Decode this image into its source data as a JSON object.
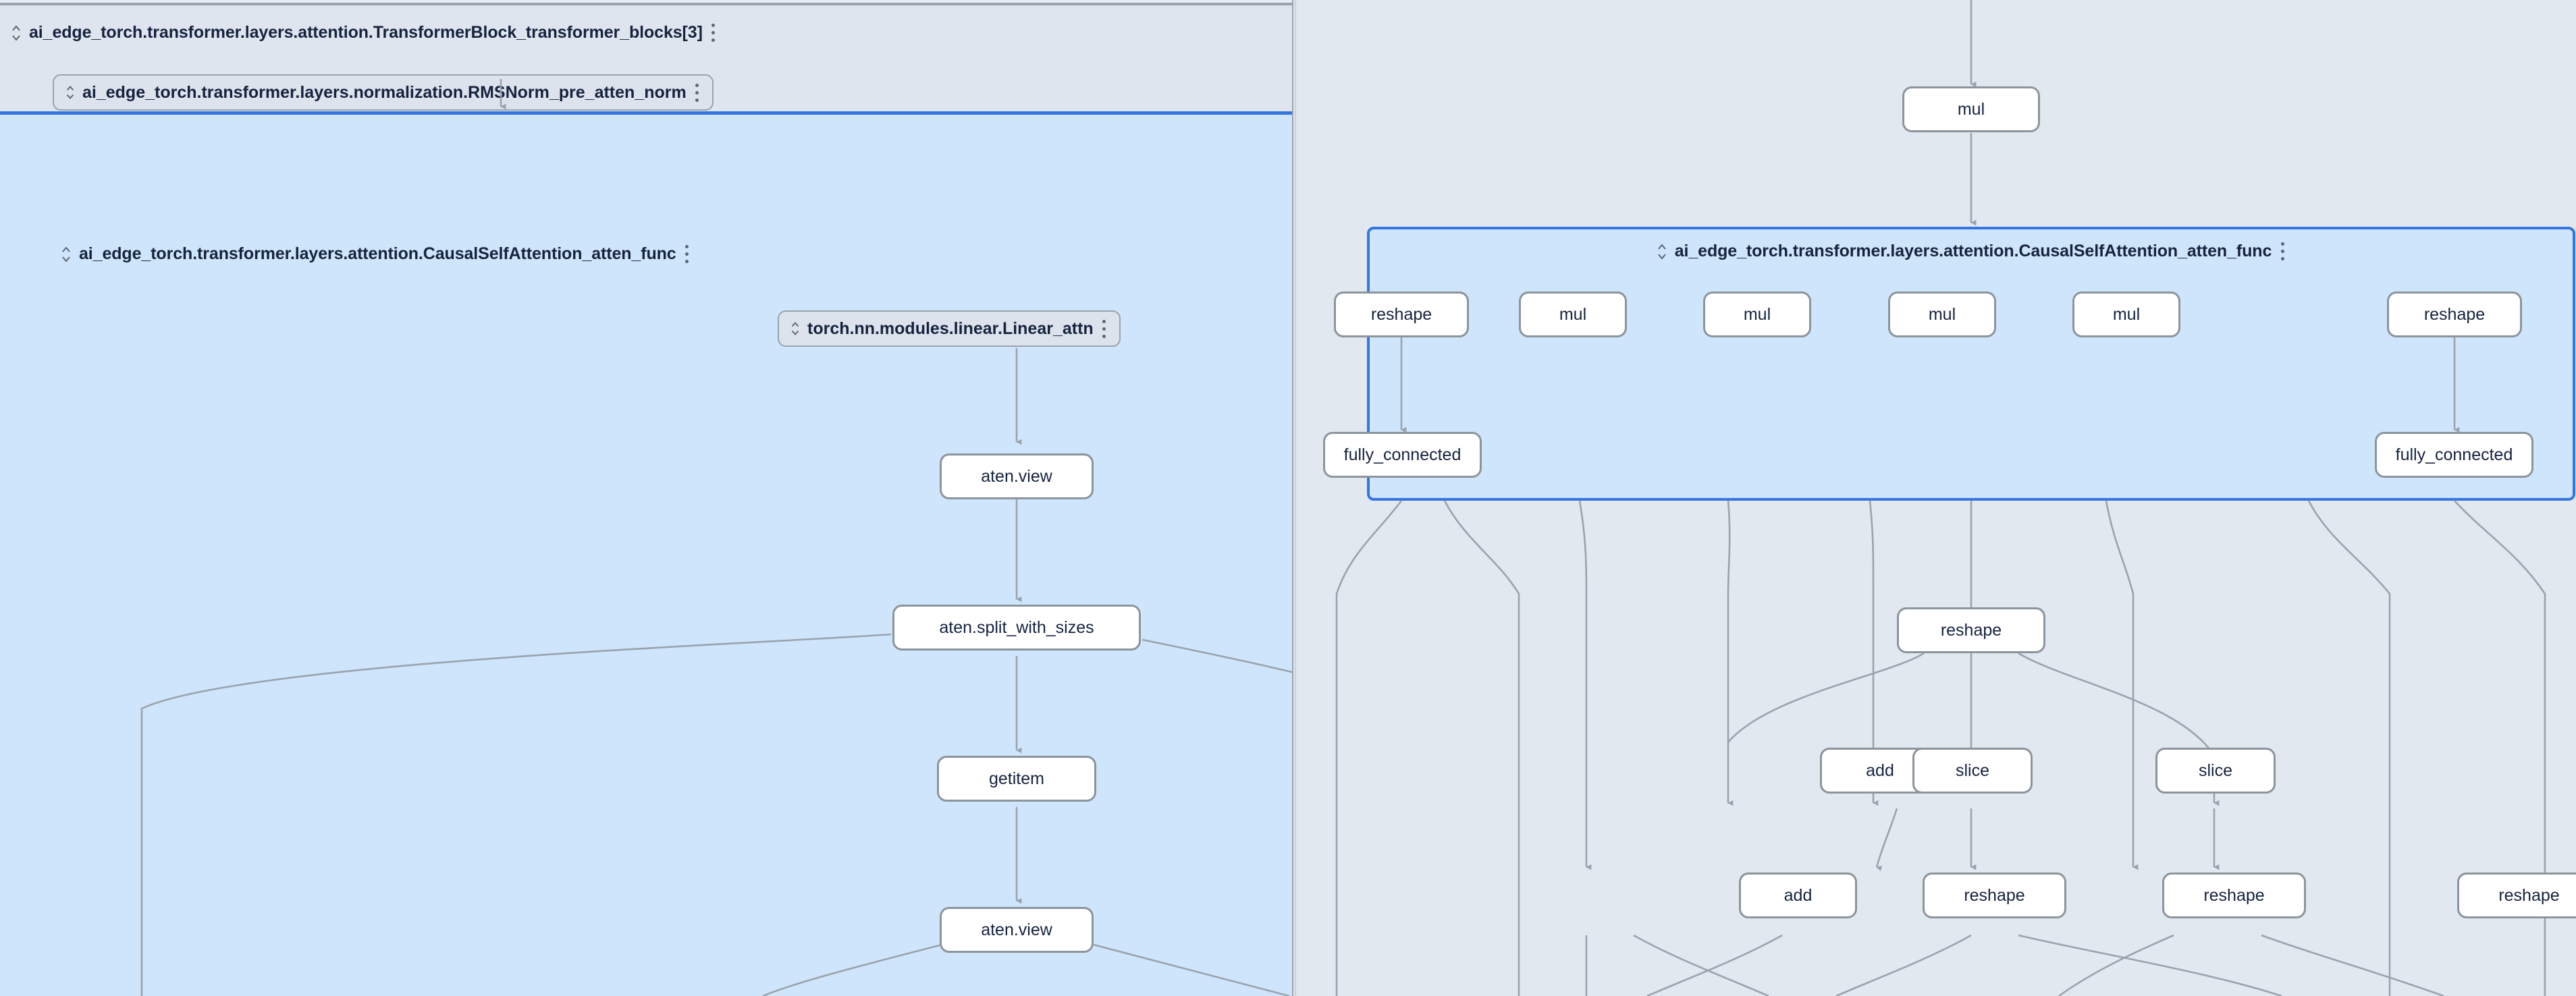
{
  "app": {
    "kind": "model-graph-explorer",
    "panes": 2
  },
  "colors": {
    "canvas_bg": "#e2e8f0",
    "group_bg": "#dfe5ee",
    "group_border": "#9aa3ad",
    "selected_bg": "#cfe5fb",
    "selected_border": "#3575e0",
    "node_bg": "#ffffff",
    "node_border": "#8c949c",
    "text": "#16233f",
    "edge": "#9aa3ad"
  },
  "icons": {
    "expand_collapse": "expand-collapse-chevrons-icon",
    "more_options": "more-vertical-icon"
  },
  "left_pane": {
    "group": {
      "title": "ai_edge_torch.transformer.layers.attention.TransformerBlock_transformer_blocks[3]",
      "expand_icon": "expand-collapse-chevrons-icon",
      "more_icon": "more-vertical-icon"
    },
    "layer_nodes": [
      {
        "id": "rmsnorm",
        "label": "ai_edge_torch.transformer.layers.normalization.RMSNorm_pre_atten_norm",
        "expand_icon": "expand-collapse-chevrons-icon",
        "more_icon": "more-vertical-icon"
      },
      {
        "id": "linear-attn",
        "label": "torch.nn.modules.linear.Linear_attn",
        "expand_icon": "expand-collapse-chevrons-icon",
        "more_icon": "more-vertical-icon"
      }
    ],
    "selected_group": {
      "title": "ai_edge_torch.transformer.layers.attention.CausalSelfAttention_atten_func",
      "expand_icon": "expand-collapse-chevrons-icon",
      "more_icon": "more-vertical-icon",
      "selected": true
    },
    "op_nodes": [
      {
        "id": "l-view-1",
        "label": "aten.view"
      },
      {
        "id": "l-split",
        "label": "aten.split_with_sizes"
      },
      {
        "id": "l-getitem",
        "label": "getitem"
      },
      {
        "id": "l-view-2",
        "label": "aten.view"
      }
    ]
  },
  "right_pane": {
    "op_nodes_above": [
      {
        "id": "r-mul-top",
        "label": "mul"
      }
    ],
    "selected_group": {
      "title": "ai_edge_torch.transformer.layers.attention.CausalSelfAttention_atten_func",
      "expand_icon": "expand-collapse-chevrons-icon",
      "more_icon": "more-vertical-icon",
      "selected": true
    },
    "group_row_nodes": [
      {
        "id": "r-reshape-a",
        "label": "reshape"
      },
      {
        "id": "r-mul-1",
        "label": "mul"
      },
      {
        "id": "r-mul-2",
        "label": "mul"
      },
      {
        "id": "r-mul-3",
        "label": "mul"
      },
      {
        "id": "r-mul-4",
        "label": "mul"
      },
      {
        "id": "r-reshape-b",
        "label": "reshape"
      }
    ],
    "group_row2_nodes": [
      {
        "id": "r-fc-1",
        "label": "fully_connected"
      },
      {
        "id": "r-fc-2",
        "label": "fully_connected"
      }
    ],
    "op_nodes_below": [
      {
        "id": "r-reshape-c",
        "label": "reshape"
      },
      {
        "id": "r-add-1",
        "label": "add"
      },
      {
        "id": "r-slice-1",
        "label": "slice"
      },
      {
        "id": "r-slice-2",
        "label": "slice"
      },
      {
        "id": "r-add-2",
        "label": "add"
      },
      {
        "id": "r-reshape-d",
        "label": "reshape"
      },
      {
        "id": "r-reshape-e",
        "label": "reshape"
      },
      {
        "id": "r-reshape-f",
        "label": "reshape"
      }
    ]
  }
}
